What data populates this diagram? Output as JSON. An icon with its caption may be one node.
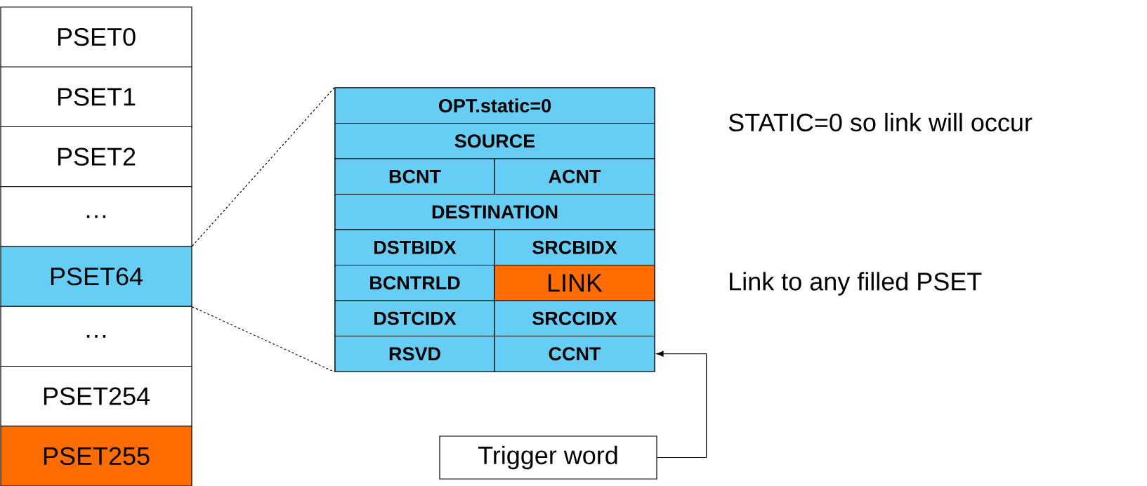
{
  "diagram": {
    "nodes": [
      {
        "text": [
          "PSET0"
        ]
      },
      {
        "text": [
          "PSET1"
        ]
      },
      {
        "text": [
          "PSET2"
        ]
      },
      {
        "text": [
          "…"
        ]
      },
      {
        "text": [
          "PSET64"
        ]
      },
      {
        "text": [
          "…"
        ]
      },
      {
        "text": [
          "PSET254"
        ]
      },
      {
        "text": [
          "PSET255"
        ]
      },
      {
        "text": [],
        "shape": "box"
      },
      {
        "text": [
          "OPT.static=0"
        ],
        "in": 8
      },
      {
        "text": [
          "SOURCE"
        ],
        "in": 8
      },
      {
        "text": [
          "BCNT"
        ],
        "in": 8
      },
      {
        "text": [
          "ACNT"
        ],
        "in": 8
      },
      {
        "text": [
          "DESTINATION"
        ],
        "in": 8
      },
      {
        "text": [
          "DSTBIDX"
        ],
        "in": 8
      },
      {
        "text": [
          "SRCBIDX"
        ],
        "in": 8
      },
      {
        "text": [
          "BCNTRLD"
        ],
        "in": 8
      },
      {
        "text": [
          "LINK"
        ],
        "in": 8
      },
      {
        "text": [
          "DSTCIDX"
        ],
        "in": 8
      },
      {
        "text": [
          "SRCCIDX"
        ],
        "in": 8
      },
      {
        "text": [
          "RSVD"
        ],
        "in": 8
      },
      {
        "text": [
          "CCNT"
        ],
        "in": 8
      },
      {
        "text": [
          "Trigger word"
        ]
      }
    ],
    "edges": [
      {
        "from": 4,
        "to": 8,
        "arrow": "none",
        "style": "dashed"
      },
      {
        "from": 4,
        "to": 8,
        "arrow": "none",
        "style": "dashed"
      },
      {
        "from": 22,
        "to": 21,
        "arrow": "to"
      }
    ],
    "labels": [
      "STATIC=0 so link will occur",
      "Link to any filled PSET"
    ]
  }
}
